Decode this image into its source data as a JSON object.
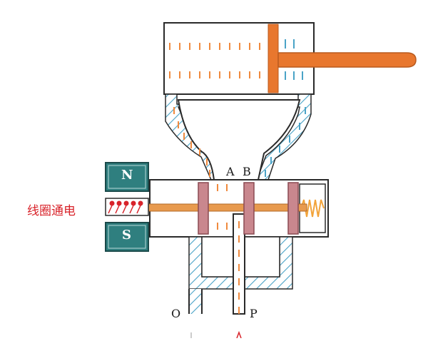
{
  "labels": {
    "port_a": "A",
    "port_b": "B",
    "port_o": "O",
    "port_p": "P",
    "magnet_north": "N",
    "magnet_south": "S",
    "coil_status": "线圈通电"
  },
  "colors": {
    "outline": "#2a2a2a",
    "housing_hatch": "#4aa3c7",
    "oil": "#f08a3e",
    "piston": "#e8772e",
    "spool_land": "#c9878e",
    "spool_rod": "#e89a4e",
    "magnet_fill": "#2f7f7f",
    "coil_text": "#d8232a",
    "spring": "#f2a33a"
  }
}
